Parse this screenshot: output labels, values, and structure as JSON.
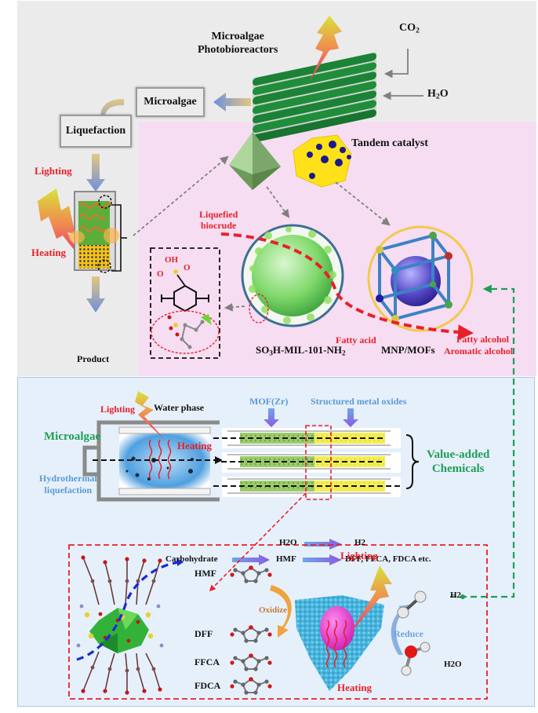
{
  "top_section": {
    "photobioreactor_label_line1": "Microalgae",
    "photobioreactor_label_line2": "Photobioreactors",
    "co2_label": "CO",
    "co2_sub": "2",
    "h2o_label_main": "H",
    "h2o_label_sub": "2",
    "h2o_label_tail": "O",
    "microalgae_box": "Microalgae",
    "liquefaction_box": "Liquefaction",
    "lighting_label": "Lighting",
    "heating_label": "Heating",
    "product_label": "Product"
  },
  "catalyst_section": {
    "tandem_catalyst_label": "Tandem catalyst",
    "liquefied_biocrude_line1": "Liquefied",
    "liquefied_biocrude_line2": "biocrude",
    "fatty_acid_label": "Fatty acid",
    "fatty_alcohol_label": "Fatty alcohol",
    "aromatic_alcohol_label": "Aromatic alcohol",
    "so3h_mof_label_a": "SO",
    "so3h_mof_label_sub1": "3",
    "so3h_mof_label_b": "H-MIL-101-NH",
    "so3h_mof_label_sub2": "2",
    "mnp_mofs_label": "MNP/MOFs",
    "oh_label": "OH",
    "o_label_left": "O",
    "o_label_right": "O"
  },
  "hydrothermal_section": {
    "lighting_label": "Lighting",
    "water_phase_label": "Water phase",
    "microalgae_label": "Microalgae",
    "heating_label": "Heating",
    "hydrothermal_line1": "Hydrothermal",
    "hydrothermal_line2": "liquefaction",
    "mof_zr_label": "MOF(Zr)",
    "metal_oxides_label": "Structured  metal oxides",
    "value_added_line1": "Value-added",
    "value_added_line2": "Chemicals",
    "h2o_reactant": "H2O",
    "h2_product": "H2",
    "carbohydrate_label": "Carbohydrate",
    "hmf_label": "HMF",
    "products_label": "DFF, FFCA, FDCA etc."
  },
  "detail_section": {
    "molecules": [
      "HMF",
      "DFF",
      "FFCA",
      "FDCA"
    ],
    "oxidize_label": "Oxidize",
    "lighting_label": "Lighting",
    "heating_label": "Heating",
    "reduce_label": "Reduce",
    "h2_label": "H2",
    "h2o_label": "H2O"
  },
  "colors": {
    "top_panel_bg": "#ebebeb",
    "pink_panel_bg": "#f6ddf2",
    "blue_panel_bg": "#e6f0fb",
    "accent_red": "#e8202a",
    "accent_green": "#1f9e57",
    "accent_light_blue": "#5a9bd5",
    "pipe_green": "#2ea84a",
    "catalyst_yellow": "#ffe11a",
    "catalyst_dots": "#1a1a8c"
  }
}
